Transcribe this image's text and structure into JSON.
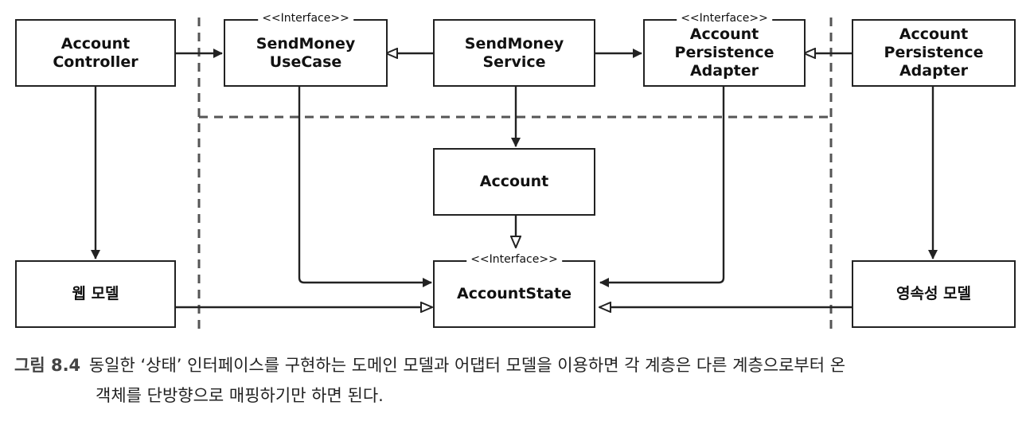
{
  "diagram": {
    "nodes": {
      "account_controller": {
        "label": "Account\nController",
        "stereotype": ""
      },
      "send_money_usecase": {
        "label": "SendMoney\nUseCase",
        "stereotype": "<<Interface>>"
      },
      "send_money_service": {
        "label": "SendMoney\nService",
        "stereotype": ""
      },
      "account_persistence_port": {
        "label": "Account\nPersistence\nAdapter",
        "stereotype": "<<Interface>>"
      },
      "account_persistence_adapter": {
        "label": "Account\nPersistence\nAdapter",
        "stereotype": ""
      },
      "account": {
        "label": "Account",
        "stereotype": ""
      },
      "web_model": {
        "label": "웹 모델",
        "stereotype": ""
      },
      "account_state": {
        "label": "AccountState",
        "stereotype": "<<Interface>>"
      },
      "persistence_model": {
        "label": "영속성 모델",
        "stereotype": ""
      }
    },
    "edges": [
      {
        "from": "account_controller",
        "to": "send_money_usecase",
        "style": "dependency"
      },
      {
        "from": "send_money_service",
        "to": "send_money_usecase",
        "style": "realization"
      },
      {
        "from": "send_money_service",
        "to": "account_persistence_port",
        "style": "dependency"
      },
      {
        "from": "account_persistence_adapter",
        "to": "account_persistence_port",
        "style": "realization"
      },
      {
        "from": "account_controller",
        "to": "web_model",
        "style": "dependency"
      },
      {
        "from": "send_money_service",
        "to": "account",
        "style": "dependency"
      },
      {
        "from": "account_persistence_adapter",
        "to": "persistence_model",
        "style": "dependency"
      },
      {
        "from": "send_money_usecase",
        "to": "account_state",
        "style": "dependency"
      },
      {
        "from": "account_persistence_port",
        "to": "account_state",
        "style": "dependency"
      },
      {
        "from": "account",
        "to": "account_state",
        "style": "realization"
      },
      {
        "from": "web_model",
        "to": "account_state",
        "style": "realization"
      },
      {
        "from": "persistence_model",
        "to": "account_state",
        "style": "realization"
      }
    ]
  },
  "caption": {
    "title": "그림 8.4",
    "line1": "동일한 ‘상태’ 인터페이스를 구현하는 도메인 모델과 어댑터 모델을 이용하면 각 계층은 다른 계층으로부터 온",
    "line2": "객체를 단방향으로 매핑하기만 하면 된다."
  },
  "colors": {
    "stroke": "#222222",
    "dash": "#555555",
    "caption_title": "#444444"
  }
}
